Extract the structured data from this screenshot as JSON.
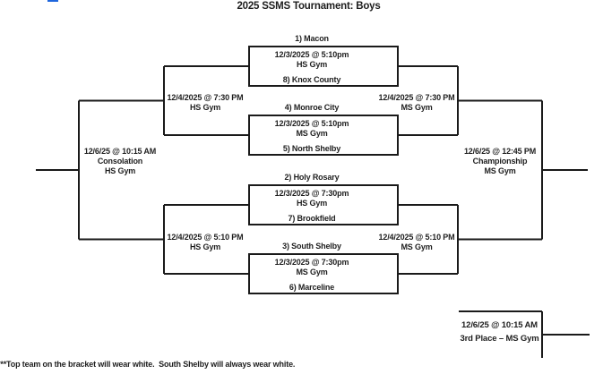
{
  "page": {
    "title": "2025 SSMS Tournament: Boys",
    "footnote": "***Top team on the bracket will wear white.  South Shelby will always wear white."
  },
  "round1": {
    "games": [
      {
        "top_team": "1) Macon",
        "datetime": "12/3/2025 @ 5:10pm",
        "venue": "HS Gym",
        "bottom_team": "8) Knox County"
      },
      {
        "top_team": "4) Monroe City",
        "datetime": "12/3/2025 @ 5:10pm",
        "venue": "MS Gym",
        "bottom_team": "5) North Shelby"
      },
      {
        "top_team": "2) Holy Rosary",
        "datetime": "12/3/2025 @ 7:30pm",
        "venue": "HS Gym",
        "bottom_team": "7) Brookfield"
      },
      {
        "top_team": "3) South Shelby",
        "datetime": "12/3/2025 @ 7:30pm",
        "venue": "MS Gym",
        "bottom_team": "6) Marceline"
      }
    ]
  },
  "semifinals": {
    "left_top": {
      "datetime": "12/4/2025 @ 7:30 PM",
      "venue": "HS Gym"
    },
    "left_bottom": {
      "datetime": "12/4/2025 @ 5:10 PM",
      "venue": "HS Gym"
    },
    "right_top": {
      "datetime": "12/4/2025 @ 7:30 PM",
      "venue": "MS Gym"
    },
    "right_bottom": {
      "datetime": "12/4/2025 @ 5:10 PM",
      "venue": "MS Gym"
    }
  },
  "finals": {
    "consolation": {
      "datetime": "12/6/25 @ 10:15 AM",
      "label": "Consolation",
      "venue": "HS Gym"
    },
    "championship": {
      "datetime": "12/6/25 @ 12:45 PM",
      "label": "Championship",
      "venue": "MS Gym"
    },
    "third_place": {
      "datetime": "12/6/25 @ 10:15 AM",
      "label": "3rd Place – MS Gym"
    }
  },
  "colors": {
    "line": "#1a1a1a",
    "text": "#1e1e1e",
    "edge_artifact_blue": "#1e66dd",
    "background": "#ffffff"
  }
}
